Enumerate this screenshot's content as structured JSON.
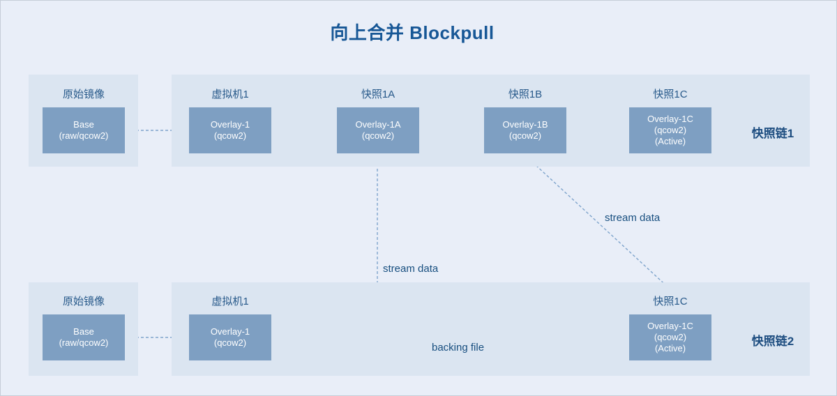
{
  "title": "向上合并 Blockpull",
  "colors": {
    "page_bg": "#e9eef8",
    "panel_bg": "#dbe5f1",
    "box_fill": "#7e9fc2",
    "box_text": "#ffffff",
    "arrow": "#7fa4cc",
    "header_text": "#27598a",
    "annotation_text": "#174e7f",
    "chain_label_text": "#1d4d80",
    "title_text": "#175796"
  },
  "chain1": {
    "label": "快照链1",
    "source_panel": {
      "header": "原始镜像",
      "box": {
        "lines": [
          "Base",
          "(raw/qcow2)"
        ]
      }
    },
    "columns": [
      {
        "header": "虚拟机1",
        "box": {
          "lines": [
            "Overlay-1",
            "(qcow2)"
          ]
        }
      },
      {
        "header": "快照1A",
        "box": {
          "lines": [
            "Overlay-1A",
            "(qcow2)"
          ]
        }
      },
      {
        "header": "快照1B",
        "box": {
          "lines": [
            "Overlay-1B",
            "(qcow2)"
          ]
        }
      },
      {
        "header": "快照1C",
        "box": {
          "lines": [
            "Overlay-1C",
            "(qcow2)",
            "(Active)"
          ]
        }
      }
    ]
  },
  "chain2": {
    "label": "快照链2",
    "source_panel": {
      "header": "原始镜像",
      "box": {
        "lines": [
          "Base",
          "(raw/qcow2)"
        ]
      }
    },
    "columns": [
      {
        "header": "虚拟机1",
        "box": {
          "lines": [
            "Overlay-1",
            "(qcow2)"
          ]
        }
      },
      {
        "header": "快照1C",
        "box": {
          "lines": [
            "Overlay-1C",
            "(qcow2)",
            "(Active)"
          ]
        }
      }
    ]
  },
  "annotations": {
    "stream_data_left": "stream data",
    "stream_data_right": "stream data",
    "backing_file": "backing file"
  }
}
